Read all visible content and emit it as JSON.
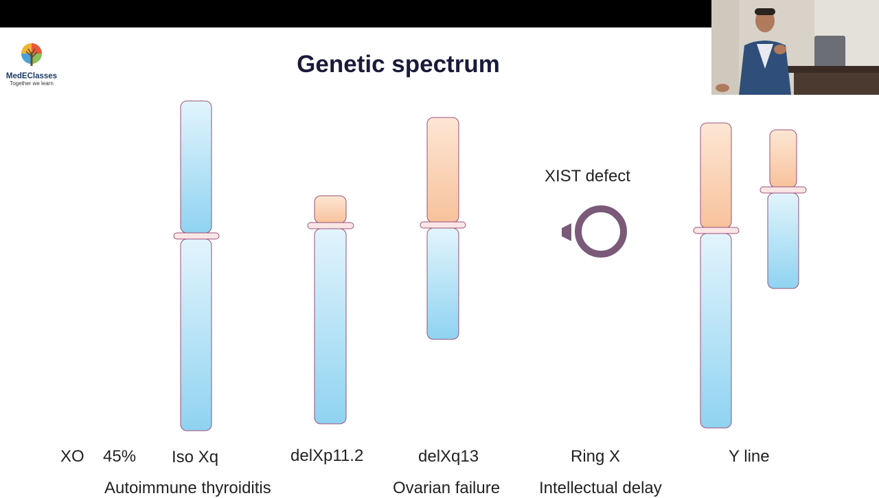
{
  "slide": {
    "title": "Genetic spectrum",
    "logo": {
      "brand": "MedEClasses",
      "tagline": "Together we learn"
    },
    "annotation": "XIST defect",
    "labels": {
      "xo": "XO",
      "xo_percent": "45%",
      "iso_xq": "Iso Xq",
      "del_xp": "delXp11.2",
      "del_xq": "delXq13",
      "ring_x": "Ring X",
      "y_line": "Y line"
    },
    "features": {
      "autoimmune": "Autoimmune thyroiditis",
      "ovarian": "Ovarian failure",
      "intellectual": "Intellectual delay"
    }
  },
  "colors": {
    "p_arm": "#f7c8a0",
    "q_arm": "#a9ddf4",
    "centromere": "#fbe6e6",
    "outline": "#9a4f7a",
    "ring": "#7a5a78",
    "title": "#1a1a3a"
  }
}
